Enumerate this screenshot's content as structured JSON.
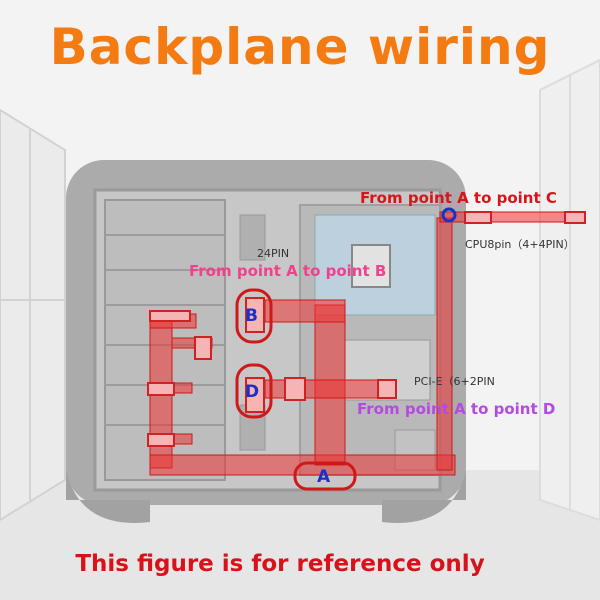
{
  "title": "Backplane wiring",
  "footer": "This figure is for reference only",
  "routes": {
    "a_to_c": "From point A to point C",
    "a_to_b": "From point A to point B",
    "a_to_d": "From point A to point D"
  },
  "connectors": {
    "main": "24PIN",
    "cpu": "CPU8pin（4+4PIN）",
    "pcie": "PCI-E（6+2PIN"
  },
  "points": {
    "a": "A",
    "b": "B",
    "d": "D"
  },
  "colors": {
    "title": "#f47a12",
    "footer": "#d8121b",
    "route_c": "#d8141a",
    "route_b": "#f2418c",
    "route_d": "#b44ae2",
    "cable": "#ee3333",
    "point_letter": "#1832c8",
    "case": "#a9a9a9",
    "background": "#f0f0f0"
  }
}
